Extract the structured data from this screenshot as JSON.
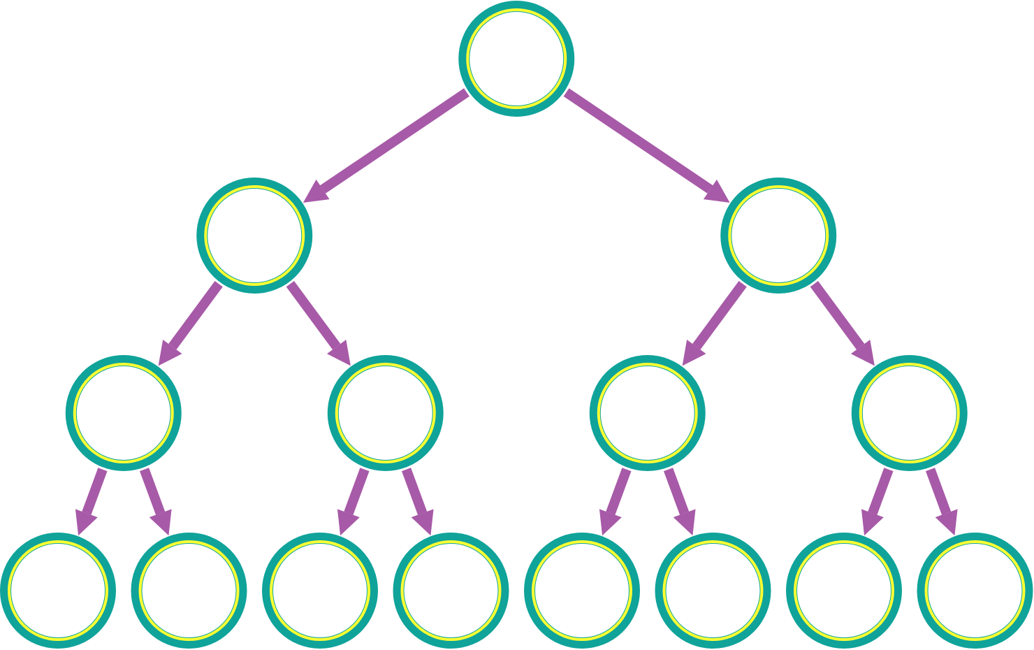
{
  "diagram": {
    "type": "binary-tree",
    "depth": 4,
    "colors": {
      "node_outer": "#0fa39a",
      "node_inner": "#ffff33",
      "node_fill": "#ffffff",
      "edge": "#a75aa7",
      "background": "#ffffff"
    },
    "nodes": [
      {
        "id": "n1",
        "level": 0,
        "label": ""
      },
      {
        "id": "n2",
        "level": 1,
        "label": ""
      },
      {
        "id": "n3",
        "level": 1,
        "label": ""
      },
      {
        "id": "n4",
        "level": 2,
        "label": ""
      },
      {
        "id": "n5",
        "level": 2,
        "label": ""
      },
      {
        "id": "n6",
        "level": 2,
        "label": ""
      },
      {
        "id": "n7",
        "level": 2,
        "label": ""
      },
      {
        "id": "n8",
        "level": 3,
        "label": ""
      },
      {
        "id": "n9",
        "level": 3,
        "label": ""
      },
      {
        "id": "n10",
        "level": 3,
        "label": ""
      },
      {
        "id": "n11",
        "level": 3,
        "label": ""
      },
      {
        "id": "n12",
        "level": 3,
        "label": ""
      },
      {
        "id": "n13",
        "level": 3,
        "label": ""
      },
      {
        "id": "n14",
        "level": 3,
        "label": ""
      },
      {
        "id": "n15",
        "level": 3,
        "label": ""
      }
    ],
    "edges": [
      {
        "from": "n1",
        "to": "n2"
      },
      {
        "from": "n1",
        "to": "n3"
      },
      {
        "from": "n2",
        "to": "n4"
      },
      {
        "from": "n2",
        "to": "n5"
      },
      {
        "from": "n3",
        "to": "n6"
      },
      {
        "from": "n3",
        "to": "n7"
      },
      {
        "from": "n4",
        "to": "n8"
      },
      {
        "from": "n4",
        "to": "n9"
      },
      {
        "from": "n5",
        "to": "n10"
      },
      {
        "from": "n5",
        "to": "n11"
      },
      {
        "from": "n6",
        "to": "n12"
      },
      {
        "from": "n6",
        "to": "n13"
      },
      {
        "from": "n7",
        "to": "n14"
      },
      {
        "from": "n7",
        "to": "n15"
      }
    ]
  }
}
